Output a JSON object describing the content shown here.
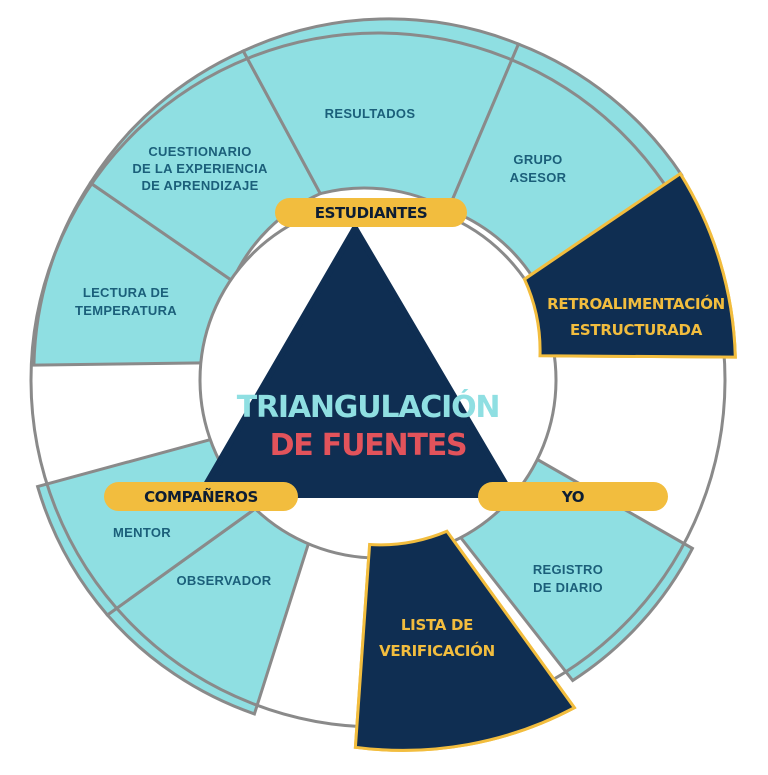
{
  "center": {
    "line1": "TRIANGULACIÓN",
    "line2": "DE FUENTES"
  },
  "corners": {
    "top": "ESTUDIANTES",
    "left": "COMPAÑEROS",
    "right": "YO"
  },
  "segments": {
    "lectura": [
      "LECTURA DE",
      "TEMPERATURA"
    ],
    "cuestionario": [
      "CUESTIONARIO",
      "DE LA EXPERIENCIA",
      "DE APRENDIZAJE"
    ],
    "resultados": [
      "RESULTADOS"
    ],
    "grupo": [
      "GRUPO",
      "ASESOR"
    ],
    "retro": [
      "RETROALIMENTACIÓN",
      "ESTRUCTURADA"
    ],
    "registro": [
      "REGISTRO",
      "DE DIARIO"
    ],
    "lista": [
      "LISTA DE",
      "VERIFICACIÓN"
    ],
    "observador": [
      "OBSERVADOR"
    ],
    "mentor": [
      "MENTOR"
    ]
  },
  "colors": {
    "light": "#8fdfe2",
    "dark": "#0f2e52",
    "gold": "#f2bd3e",
    "ring_stroke": "#8a8a8a",
    "coral": "#e2535b"
  }
}
